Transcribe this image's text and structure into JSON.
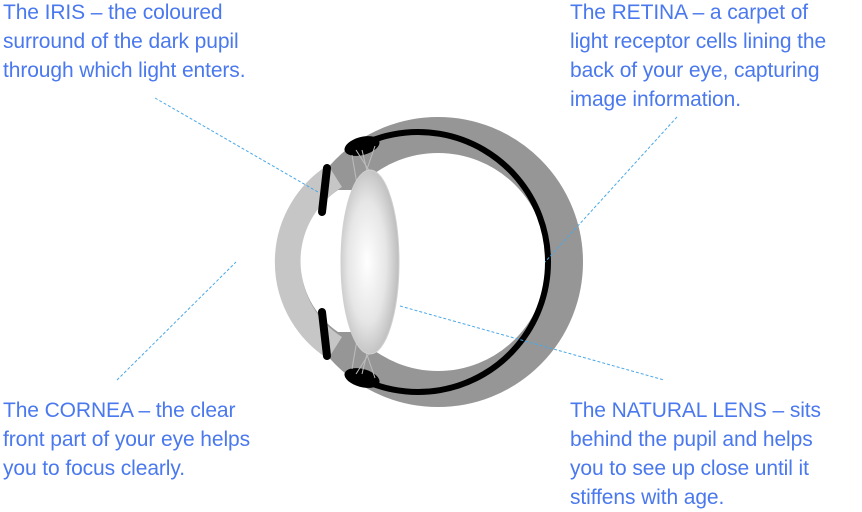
{
  "labels": {
    "iris": "The IRIS – the coloured\nsurround of the dark pupil\nthrough which light enters.",
    "retina": "The RETINA – a carpet of\nlight receptor cells lining the\nback of your eye, capturing\nimage information.",
    "cornea": "The CORNEA – the clear\nfront part of your eye helps\nyou to focus clearly.",
    "lens": "The NATURAL LENS – sits\nbehind the pupil and helps\nyou to see up close until it\nstiffens with age."
  },
  "colors": {
    "label_text": "#4a78ee",
    "leader_line": "#4aa8e8",
    "sclera": "#969696",
    "cornea": "#c6c6c6",
    "retina": "#000000",
    "lens_edge": "#b4b4b4"
  }
}
